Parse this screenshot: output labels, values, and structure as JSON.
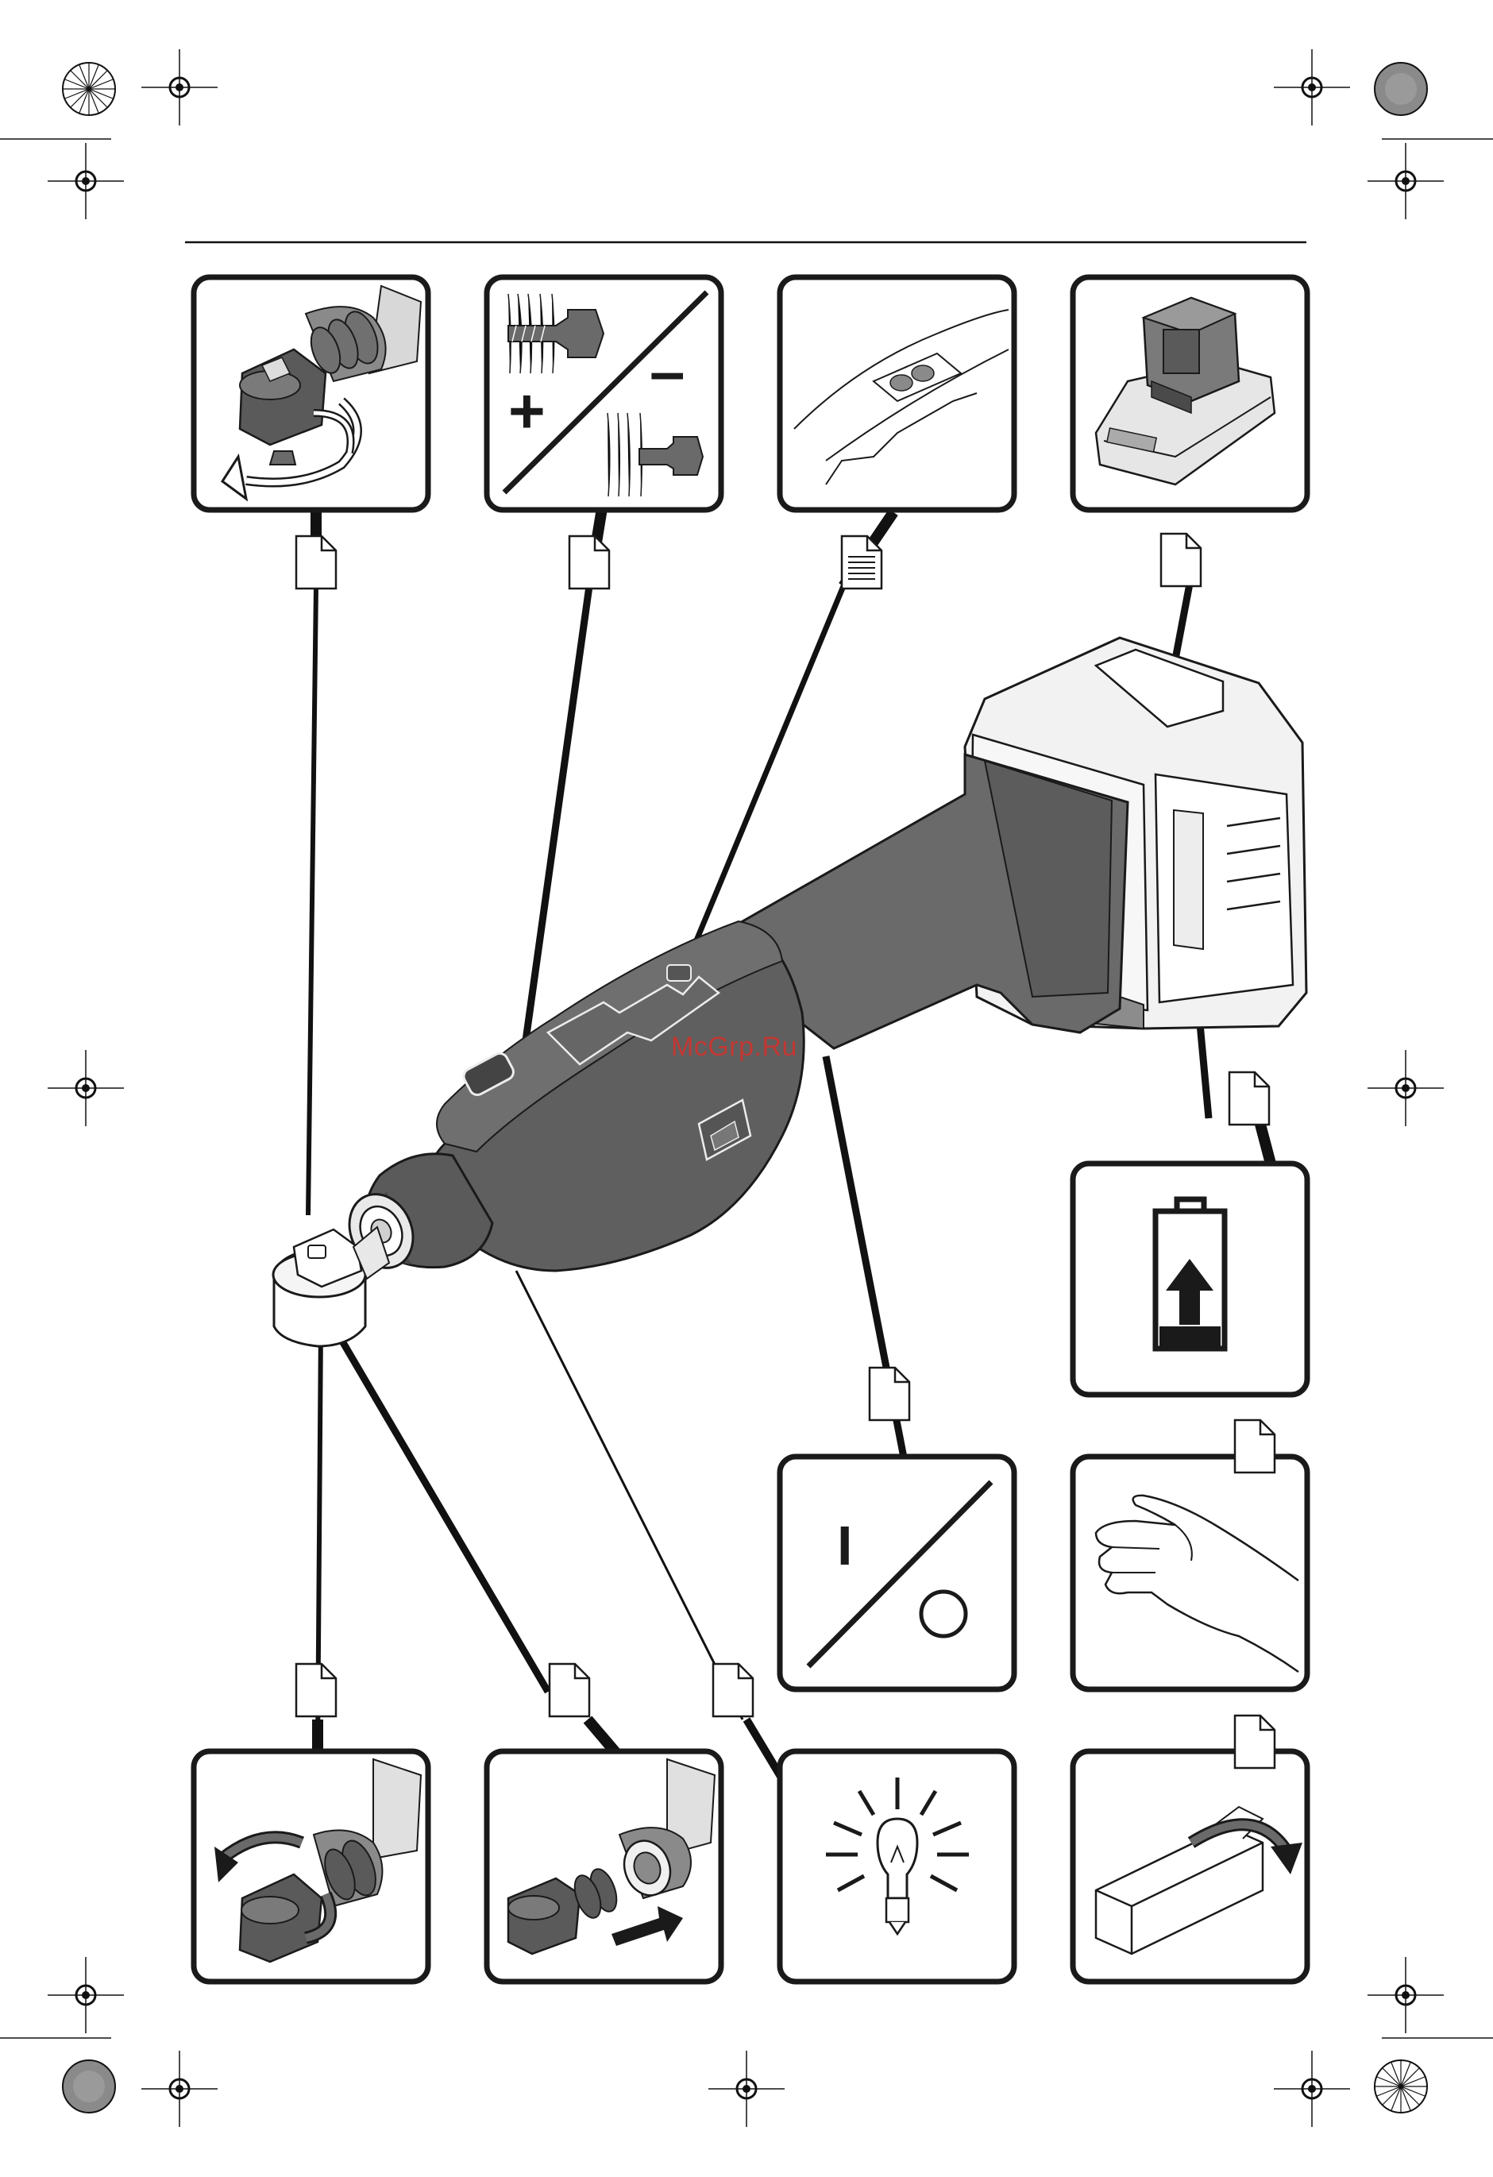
{
  "watermark": "McGrp.Ru",
  "panels": {
    "top": [
      "attachment-rotate",
      "speed-plus-minus",
      "control-button",
      "charger"
    ],
    "right": [
      "battery-charge",
      "on-off-switch",
      "hand-grip",
      "packaging"
    ],
    "bottom": [
      "attachment-screw",
      "attachment-insert",
      "light-bulb"
    ]
  },
  "symbols": {
    "plus": "+",
    "minus": "–",
    "on": "I"
  },
  "colors": {
    "tool_body": "#5f5f5f",
    "tool_handle": "#6a6a6a",
    "battery": "#f2f2f2",
    "outline": "#1a1a1a",
    "watermark": "#d4322c"
  }
}
